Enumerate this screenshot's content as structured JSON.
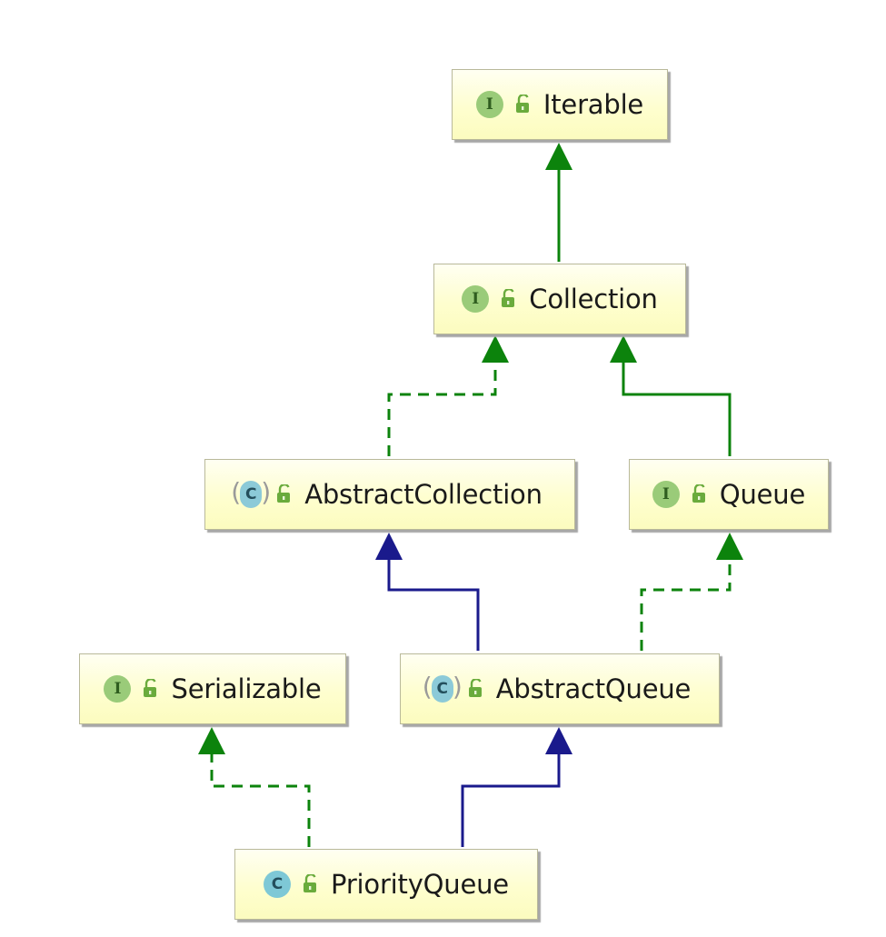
{
  "nodes": {
    "iterable": {
      "label": "Iterable",
      "kind": "interface",
      "badge": "I"
    },
    "collection": {
      "label": "Collection",
      "kind": "interface",
      "badge": "I"
    },
    "abstract_collection": {
      "label": "AbstractCollection",
      "kind": "abstract-class",
      "badge": "C"
    },
    "queue": {
      "label": "Queue",
      "kind": "interface",
      "badge": "I"
    },
    "serializable": {
      "label": "Serializable",
      "kind": "interface",
      "badge": "I"
    },
    "abstract_queue": {
      "label": "AbstractQueue",
      "kind": "abstract-class",
      "badge": "C"
    },
    "priority_queue": {
      "label": "PriorityQueue",
      "kind": "class",
      "badge": "C"
    }
  },
  "edges": [
    {
      "from": "Collection",
      "to": "Iterable",
      "relation": "extends",
      "style": "solid",
      "color": "#0c830c"
    },
    {
      "from": "AbstractCollection",
      "to": "Collection",
      "relation": "implements",
      "style": "dashed",
      "color": "#0c830c"
    },
    {
      "from": "Queue",
      "to": "Collection",
      "relation": "extends",
      "style": "solid",
      "color": "#0c830c"
    },
    {
      "from": "AbstractQueue",
      "to": "AbstractCollection",
      "relation": "extends",
      "style": "solid",
      "color": "#1a1a8c"
    },
    {
      "from": "AbstractQueue",
      "to": "Queue",
      "relation": "implements",
      "style": "dashed",
      "color": "#0c830c"
    },
    {
      "from": "PriorityQueue",
      "to": "AbstractQueue",
      "relation": "extends",
      "style": "solid",
      "color": "#1a1a8c"
    },
    {
      "from": "PriorityQueue",
      "to": "Serializable",
      "relation": "implements",
      "style": "dashed",
      "color": "#0c830c"
    }
  ],
  "colors": {
    "interface_badge": "#9acb79",
    "class_badge": "#7ec8d6",
    "node_fill": "#fefecf",
    "green_edge": "#0c830c",
    "blue_edge": "#1a1a8c",
    "lock_icon": "#6aab3c"
  }
}
